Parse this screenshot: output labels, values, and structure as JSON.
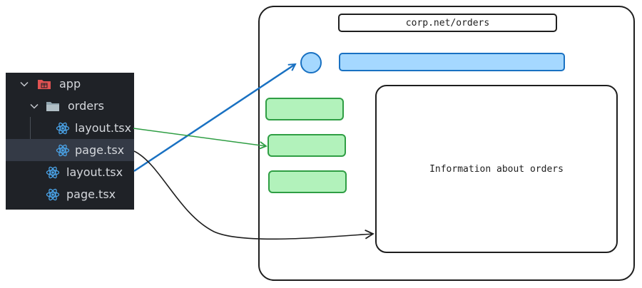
{
  "file_tree": {
    "items": [
      {
        "label": "app",
        "type": "folder",
        "icon": "app-folder-icon",
        "expanded": true
      },
      {
        "label": "orders",
        "type": "folder",
        "icon": "folder-icon",
        "expanded": true
      },
      {
        "label": "layout.tsx",
        "type": "file",
        "icon": "react-icon"
      },
      {
        "label": "page.tsx",
        "type": "file",
        "icon": "react-icon",
        "selected": true
      },
      {
        "label": "layout.tsx",
        "type": "file",
        "icon": "react-icon"
      },
      {
        "label": "page.tsx",
        "type": "file",
        "icon": "react-icon"
      }
    ]
  },
  "browser": {
    "url": "corp.net/orders",
    "content_text": "Information about orders"
  },
  "colors": {
    "tree_background": "#1f2227",
    "react_icon": "#4aa3e8",
    "app_folder_icon": "#e05252",
    "header_fill": "#a5d8ff",
    "header_stroke": "#1971c2",
    "nav_fill": "#b2f2bb",
    "nav_stroke": "#2f9e44",
    "arrow_blue": "#1971c2",
    "arrow_green": "#2f9e44",
    "arrow_black": "#1e1e1e"
  },
  "arrows": [
    {
      "from": "root layout.tsx",
      "to": "header",
      "color": "blue"
    },
    {
      "from": "orders layout.tsx",
      "to": "navigation",
      "color": "green"
    },
    {
      "from": "orders page.tsx",
      "to": "content area",
      "color": "black"
    }
  ]
}
